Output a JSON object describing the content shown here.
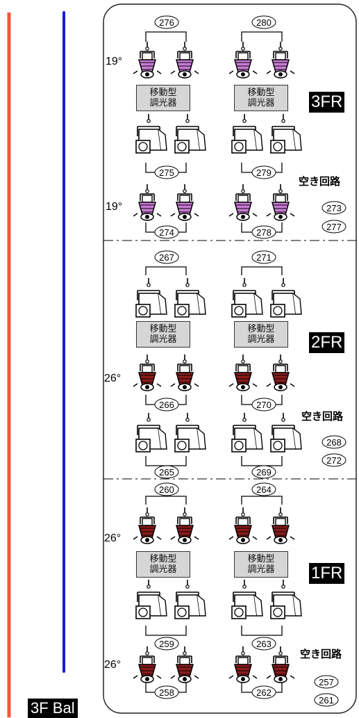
{
  "sections": [
    {
      "name": "3FR",
      "dimmer_text": [
        "移動型",
        "調光器"
      ],
      "angles": [
        "19°",
        "19°"
      ],
      "free_label": "空き回路",
      "free_circuits": [
        "273",
        "277"
      ],
      "circuits": {
        "top_left": "276",
        "top_right": "280",
        "mid_left": "275",
        "mid_right": "279",
        "bot_left": "274",
        "bot_right": "278"
      }
    },
    {
      "name": "2FR",
      "dimmer_text": [
        "移動型",
        "調光器"
      ],
      "angles": [
        "26°"
      ],
      "free_label": "空き回路",
      "free_circuits": [
        "268",
        "272"
      ],
      "circuits": {
        "top_left": "267",
        "top_right": "271",
        "mid_left": "266",
        "mid_right": "270",
        "bot_left": "265",
        "bot_right": "269"
      }
    },
    {
      "name": "1FR",
      "dimmer_text": [
        "移動型",
        "調光器"
      ],
      "angles": [
        "26°",
        "26°"
      ],
      "free_label": "空き回路",
      "free_circuits": [
        "257",
        "261"
      ],
      "circuits": {
        "top_left": "260",
        "top_right": "264",
        "mid_left": "259",
        "mid_right": "263",
        "bot_left": "258",
        "bot_right": "262"
      }
    }
  ],
  "bottom_label": "3F Bal",
  "colors": {
    "red_line": "#f4563b",
    "blue_line": "#1a1ad8",
    "fixture_purple": "#c97bd6",
    "fixture_red": "#8c1b1b"
  }
}
